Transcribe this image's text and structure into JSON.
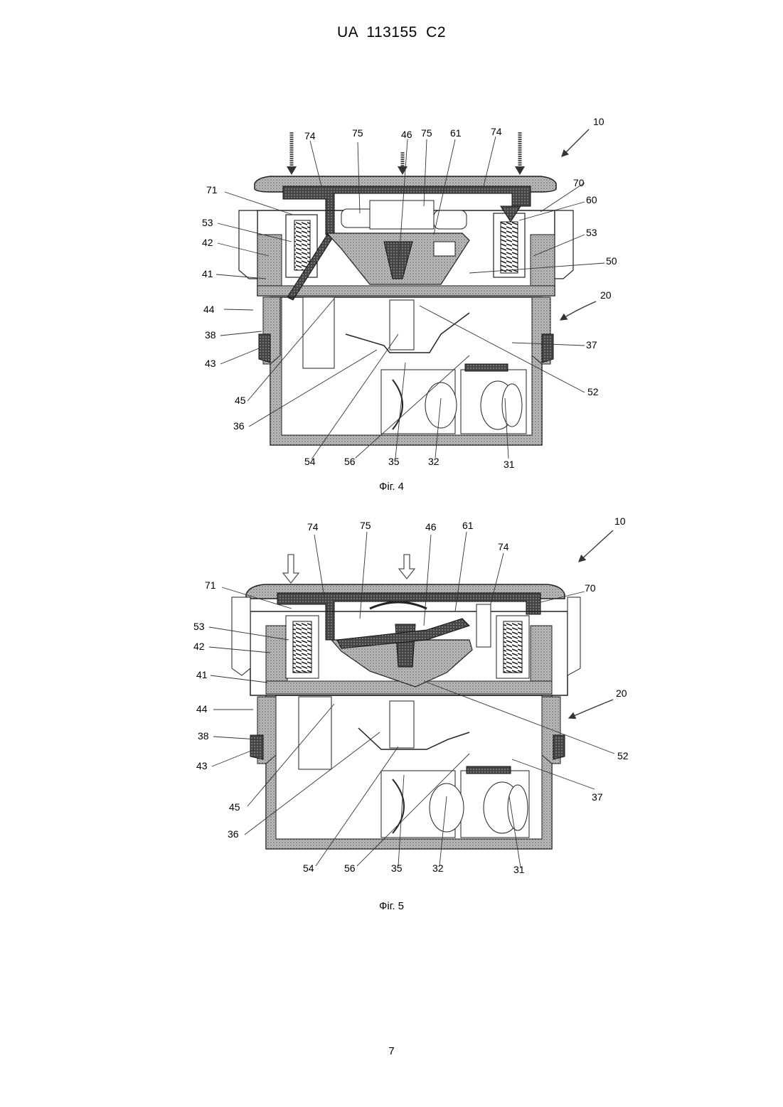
{
  "header": {
    "patent": "UA   113155   C2"
  },
  "figures": [
    {
      "caption": "Фіг. 4",
      "labels": {
        "l10": "10",
        "l74a": "74",
        "l75a": "75",
        "l46": "46",
        "l75b": "75",
        "l61": "61",
        "l74b": "74",
        "l71": "71",
        "l70": "70",
        "l60": "60",
        "l53a": "53",
        "l53b": "53",
        "l42": "42",
        "l50": "50",
        "l41": "41",
        "l20": "20",
        "l44": "44",
        "l38": "38",
        "l37": "37",
        "l43": "43",
        "l52": "52",
        "l45": "45",
        "l36": "36",
        "l54": "54",
        "l56": "56",
        "l35": "35",
        "l32": "32",
        "l31": "31"
      }
    },
    {
      "caption": "Фіг. 5",
      "labels": {
        "l10": "10",
        "l74a": "74",
        "l75": "75",
        "l46": "46",
        "l61": "61",
        "l74b": "74",
        "l71": "71",
        "l70": "70",
        "l53": "53",
        "l42": "42",
        "l41": "41",
        "l20": "20",
        "l44": "44",
        "l52": "52",
        "l38": "38",
        "l43": "43",
        "l37": "37",
        "l45": "45",
        "l36": "36",
        "l54": "54",
        "l56": "56",
        "l35": "35",
        "l32": "32",
        "l31": "31"
      }
    }
  ],
  "page_number": "7"
}
